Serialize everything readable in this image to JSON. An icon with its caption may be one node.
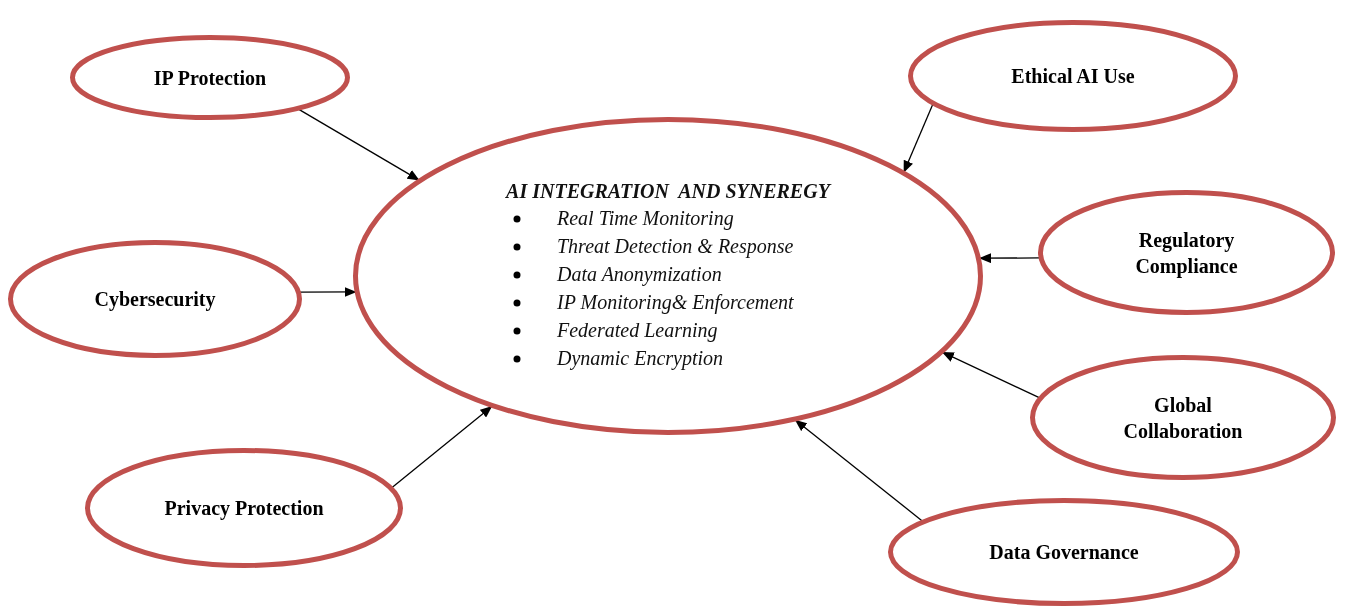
{
  "diagram": {
    "nodes": [
      {
        "text": [
          "AI INTEGRATION  AND SYNEREGY",
          "Real Time Monitoring",
          "Threat Detection & Response",
          "Data Anonymization",
          "IP Monitoring& Enforcement",
          "Federated Learning",
          "Dynamic Encryption"
        ]
      },
      {
        "text": [
          "IP Protection"
        ]
      },
      {
        "text": [
          "Cybersecurity"
        ]
      },
      {
        "text": [
          "Privacy Protection"
        ]
      },
      {
        "text": [
          "Ethical AI Use"
        ]
      },
      {
        "text": [
          "Regulatory Compliance"
        ]
      },
      {
        "text": [
          "Global Collaboration"
        ]
      },
      {
        "text": [
          "Data Governance"
        ]
      }
    ],
    "edges": [
      {
        "from": 1,
        "to": 0,
        "arrow": "to"
      },
      {
        "from": 2,
        "to": 0,
        "arrow": "to"
      },
      {
        "from": 3,
        "to": 0,
        "arrow": "to"
      },
      {
        "from": 4,
        "to": 0,
        "arrow": "to"
      },
      {
        "from": 5,
        "to": 0,
        "arrow": "to"
      },
      {
        "from": 6,
        "to": 0,
        "arrow": "to"
      },
      {
        "from": 7,
        "to": 0,
        "arrow": "to"
      }
    ]
  }
}
